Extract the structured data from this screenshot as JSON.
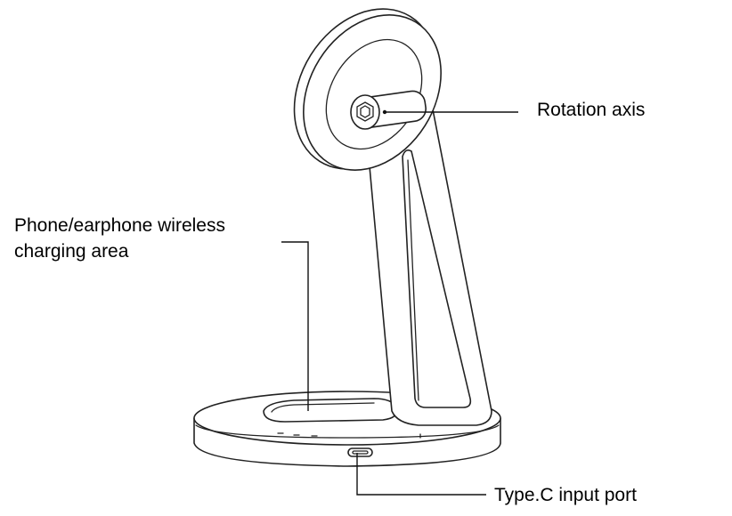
{
  "labels": {
    "rotation_axis": "Rotation axis",
    "charging_area_line1": "Phone/earphone wireless",
    "charging_area_line2": "charging area",
    "typec_port": "Type.C input port"
  },
  "colors": {
    "line": "#222222",
    "background": "#ffffff",
    "text": "#000000"
  }
}
